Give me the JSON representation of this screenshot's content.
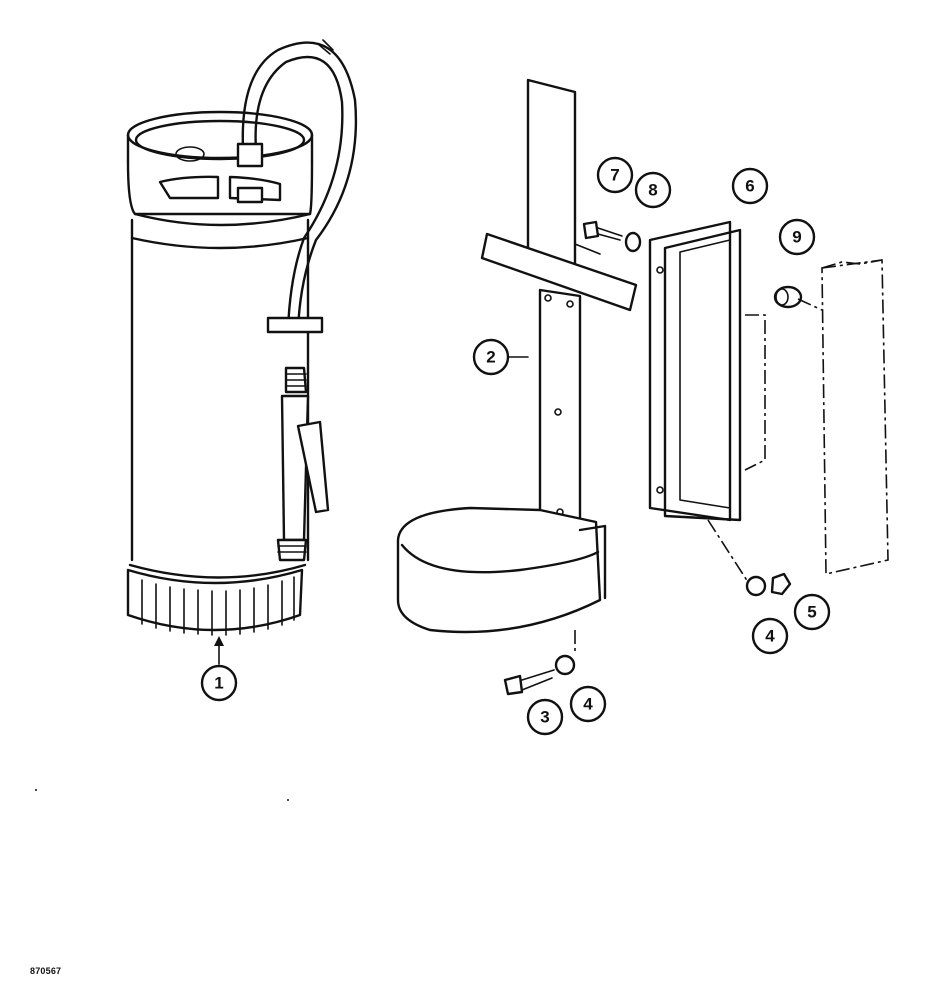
{
  "callouts": [
    {
      "id": "c1",
      "label": "1"
    },
    {
      "id": "c2",
      "label": "2"
    },
    {
      "id": "c3",
      "label": "3"
    },
    {
      "id": "c4a",
      "label": "4"
    },
    {
      "id": "c4b",
      "label": "4"
    },
    {
      "id": "c5",
      "label": "5"
    },
    {
      "id": "c6",
      "label": "6"
    },
    {
      "id": "c7",
      "label": "7"
    },
    {
      "id": "c8",
      "label": "8"
    },
    {
      "id": "c9",
      "label": "9"
    }
  ],
  "figure_code": "870567"
}
